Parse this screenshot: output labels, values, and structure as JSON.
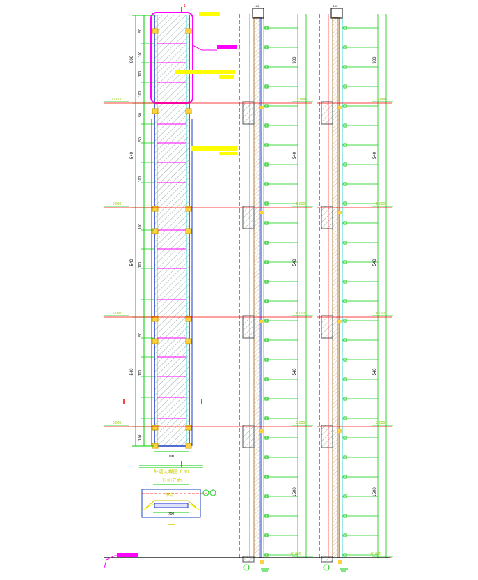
{
  "drawing": {
    "levels": [
      "12.000",
      "9.000",
      "6.000",
      "3.000",
      "±0.000"
    ],
    "elevation_dims": {
      "totals": [
        "900",
        "540",
        "540",
        "540"
      ],
      "segments": [
        "50",
        "100",
        "100",
        "100",
        "50",
        "100"
      ],
      "width": "700"
    },
    "section_dims": {
      "totals": [
        "900",
        "540",
        "540",
        "540",
        "1500"
      ],
      "top": "100"
    },
    "title": "外墙大样图 1:50",
    "subtitle": "①-⑥立面",
    "section_label": "节点",
    "node_dim": "700",
    "cut_mark": "1"
  },
  "colors": {
    "green": "#00cc00",
    "magenta": "#ff00ff",
    "yellow": "#ffff00",
    "red": "#ff0000",
    "blue": "#1a3cc8",
    "cyan": "#00cccc"
  }
}
